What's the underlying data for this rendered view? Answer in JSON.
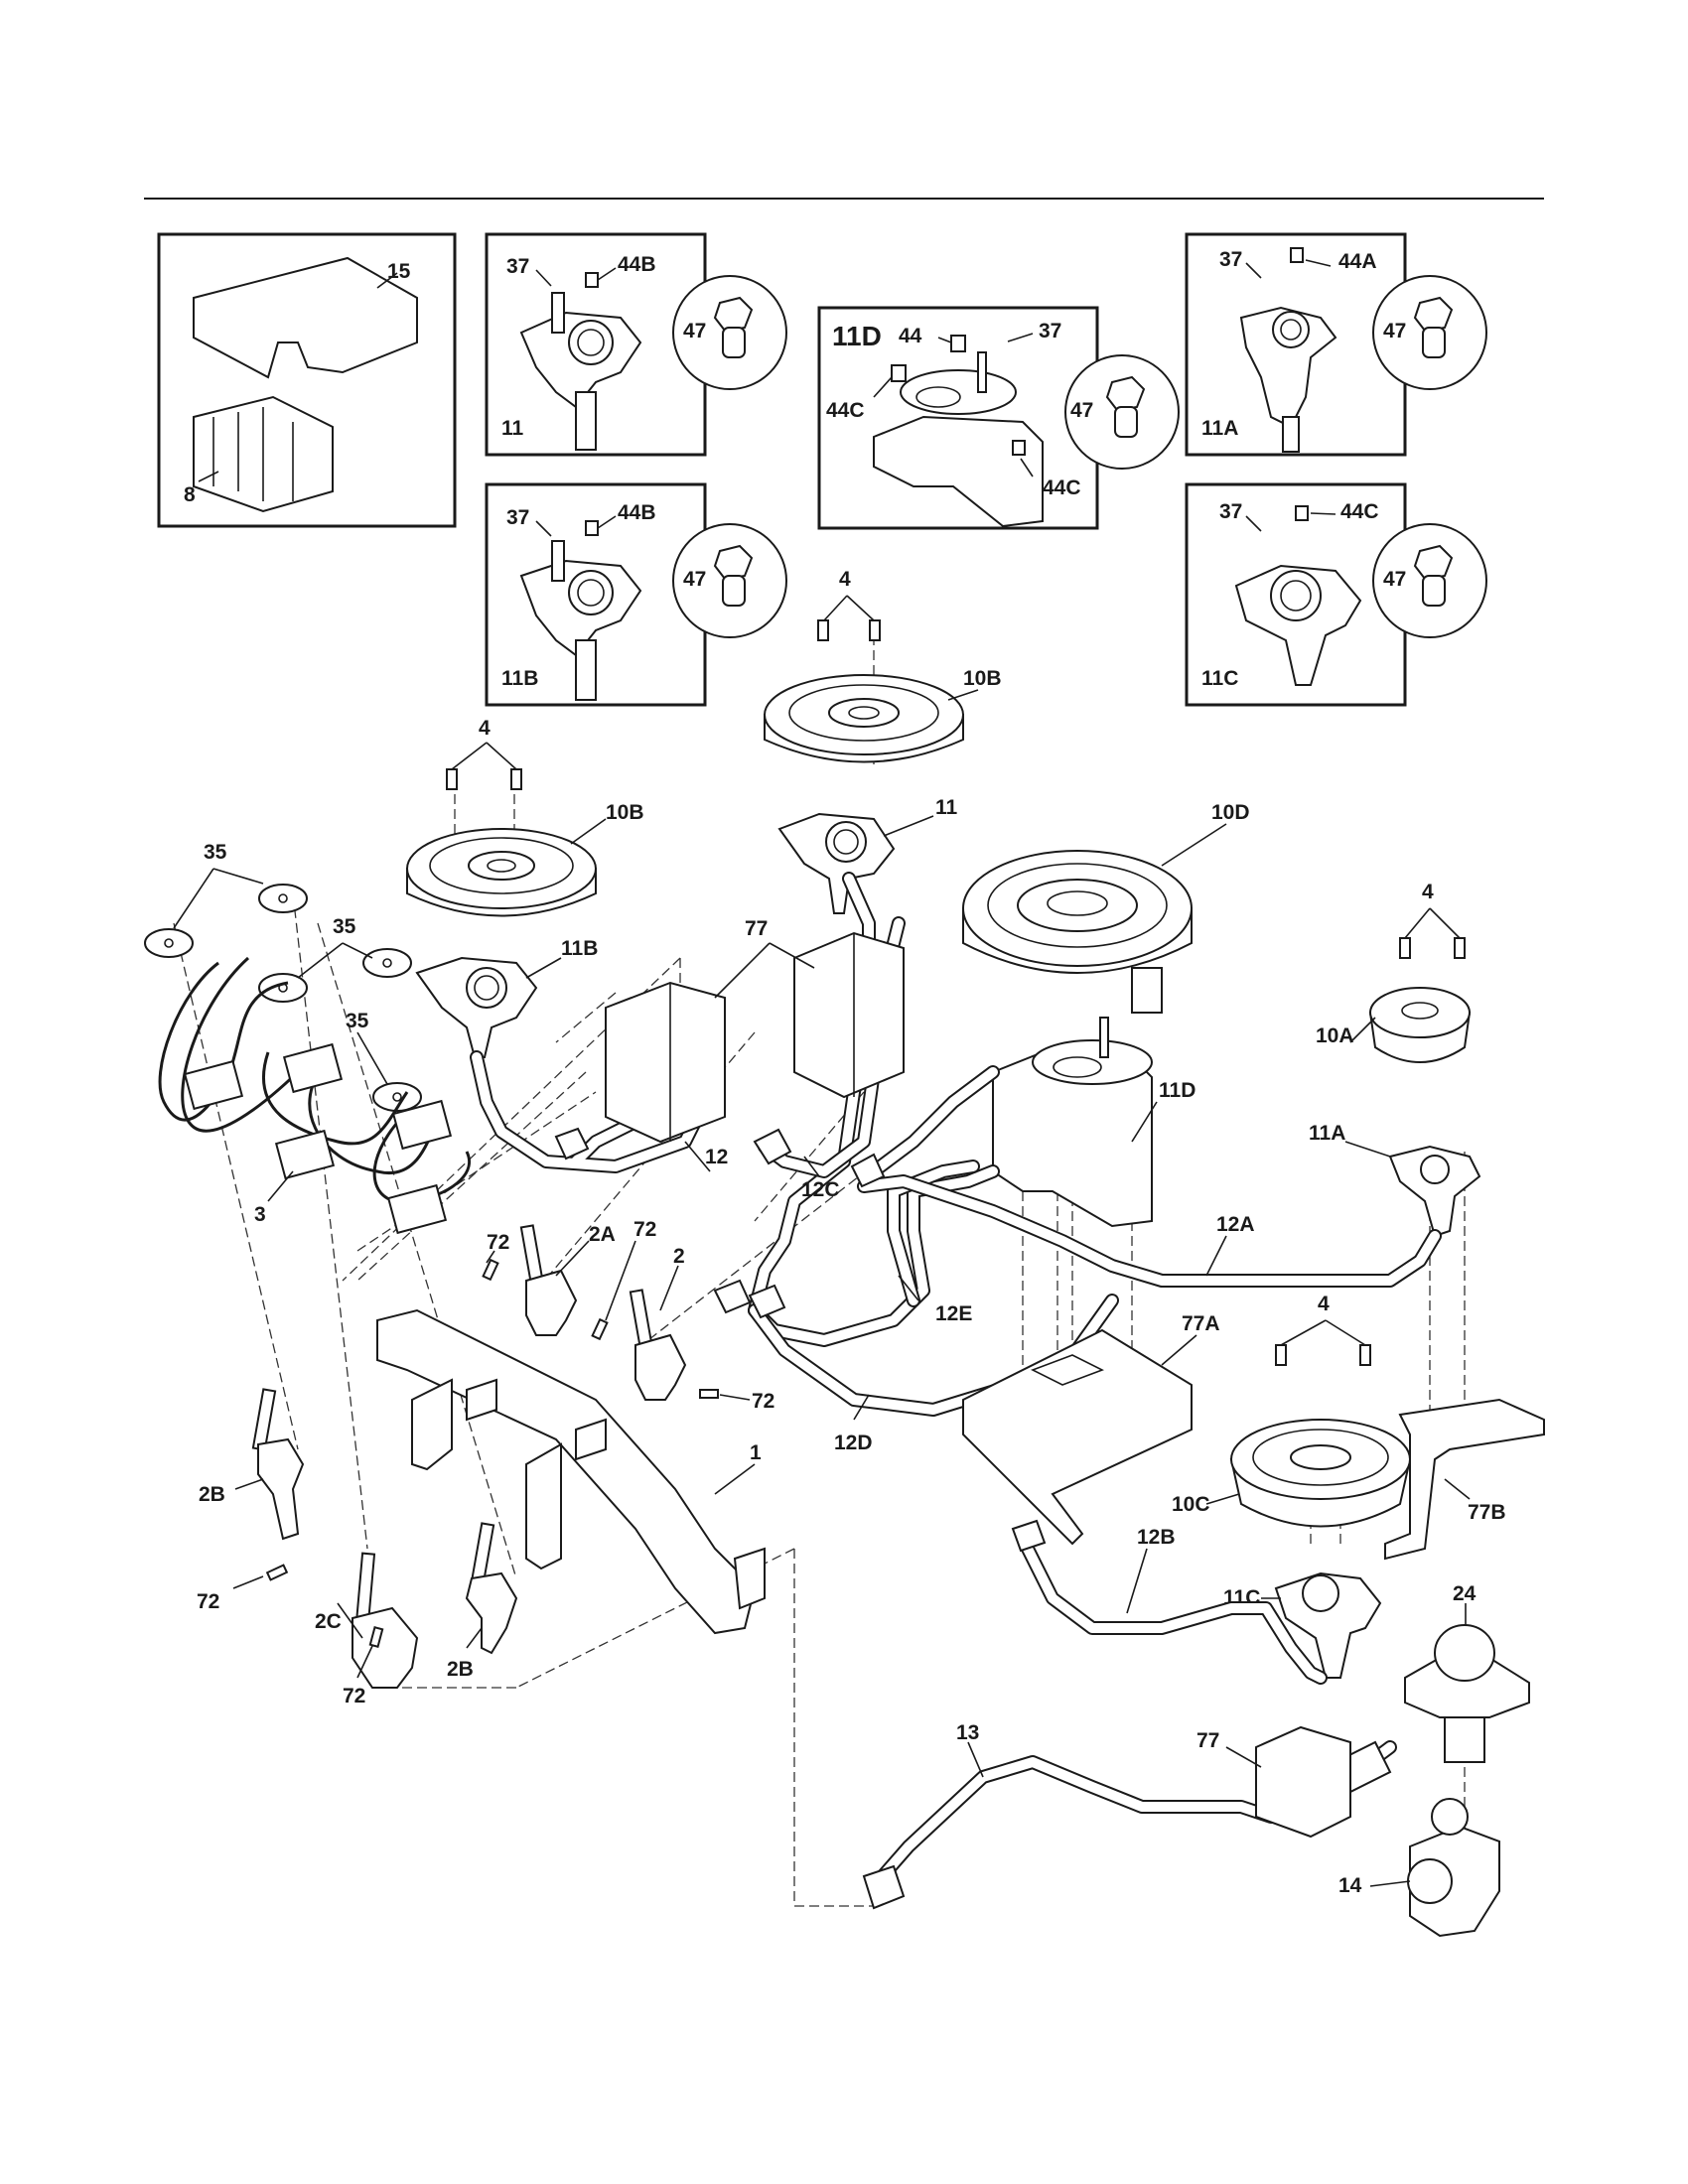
{
  "callouts": {
    "15": "15",
    "8": "8",
    "37": "37",
    "44B": "44B",
    "47": "47",
    "11": "11",
    "11D": "11D",
    "44": "44",
    "44C": "44C",
    "44A": "44A",
    "11A": "11A",
    "11B": "11B",
    "11C": "11C",
    "4": "4",
    "10B": "10B",
    "10D": "10D",
    "10A": "10A",
    "10C": "10C",
    "35": "35",
    "3": "3",
    "77": "77",
    "77A": "77A",
    "77B": "77B",
    "12": "12",
    "12A": "12A",
    "12B": "12B",
    "12C": "12C",
    "12D": "12D",
    "12E": "12E",
    "72": "72",
    "2": "2",
    "2A": "2A",
    "2B": "2B",
    "2C": "2C",
    "1": "1",
    "13": "13",
    "14": "14",
    "24": "24"
  }
}
